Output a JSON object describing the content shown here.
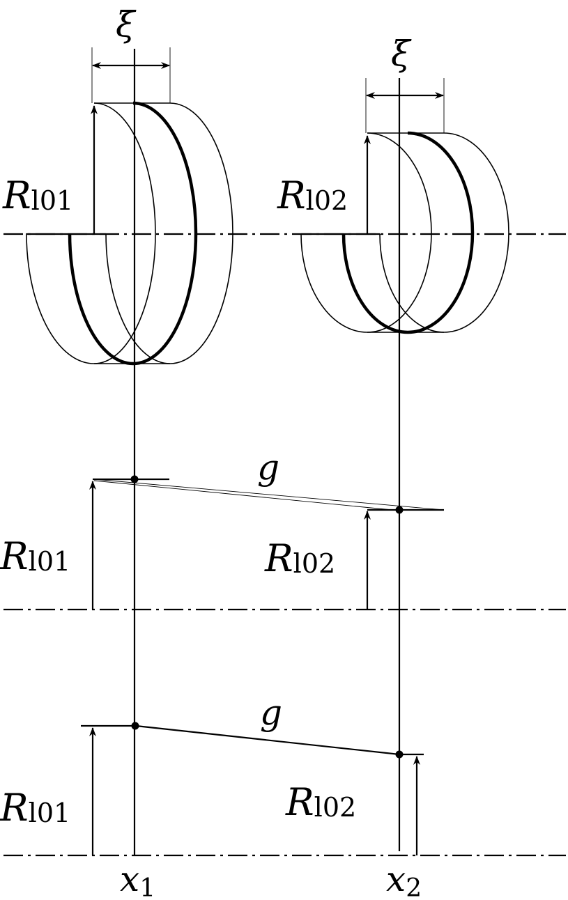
{
  "labels": {
    "xi": "ξ",
    "R": "R",
    "sub_l01": "l01",
    "sub_l02": "l02",
    "g": "g",
    "x": "x",
    "sub_1": "1",
    "sub_2": "2"
  },
  "colors": {
    "ink": "#000000",
    "background": "#ffffff"
  }
}
